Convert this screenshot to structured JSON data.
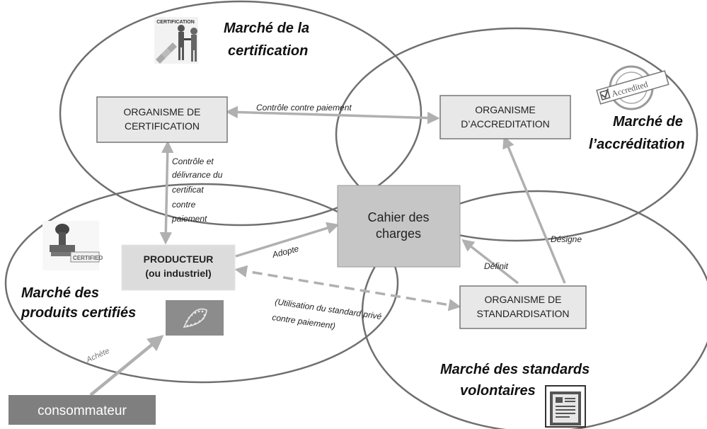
{
  "colors": {
    "ellipse_stroke": "#6f6f6f",
    "box_fill": "#e8e8e8",
    "box_stroke": "#777777",
    "cahier_fill": "#c6c6c6",
    "producteur_fill": "#dcdcdc",
    "arrow": "#b0b0b0",
    "consommateur_fill": "#7f7f7f",
    "consommateur_text": "#ffffff"
  },
  "markets": {
    "certification": [
      "Marché de la",
      "certification"
    ],
    "accreditation": [
      "Marché de",
      "l’accréditation"
    ],
    "produits": [
      "Marché des",
      "produits certifiés"
    ],
    "standards": [
      "Marché des standards",
      "volontaires"
    ]
  },
  "nodes": {
    "organisme_certification": [
      "ORGANISME DE",
      "CERTIFICATION"
    ],
    "organisme_accreditation": [
      "ORGANISME",
      "D’ACCREDITATION"
    ],
    "cahier": [
      "Cahier des",
      "charges"
    ],
    "producteur": [
      "PRODUCTEUR",
      "(ou industriel)"
    ],
    "organisme_standardisation": [
      "ORGANISME DE",
      "STANDARDISATION"
    ],
    "consommateur": "consommateur"
  },
  "edges": {
    "controle_paiement": "Contrôle contre paiement",
    "controle_delivrance": [
      "Contrôle et",
      "délivrance du",
      "certificat",
      "contre",
      "paiement"
    ],
    "adopte": "Adopte",
    "definit": "Définit",
    "designe": "Désigne",
    "utilisation": [
      "(Utilisation du standard  privé",
      "contre paiement)"
    ],
    "achete": "Achète"
  },
  "icons": {
    "certification": "handshake-certification-icon",
    "accreditation": "accredited-stamp-icon",
    "produits": "certified-stamp-icon",
    "eu_label": "eu-organic-leaf-icon",
    "document": "document-icon"
  },
  "icon_texts": {
    "certification": "CERTIFICATION",
    "accreditation": "Accredited",
    "produits": "CERTIFIED"
  }
}
